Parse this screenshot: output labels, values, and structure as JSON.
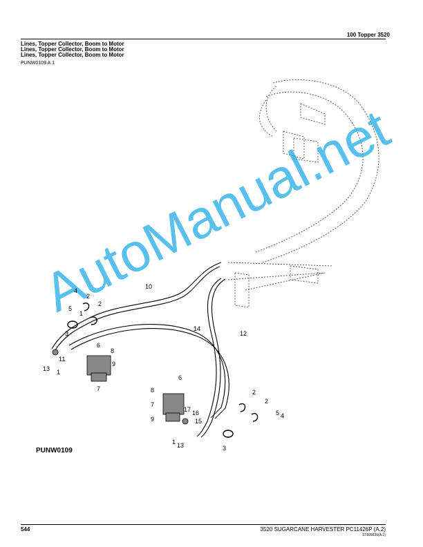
{
  "header": {
    "section": "100 Topper  3520",
    "titles": [
      "Lines, Topper Collector, Boom to Motor",
      "Lines, Topper Collector, Boom to Motor",
      "Lines, Topper Collector, Boom to Motor"
    ],
    "ref_code": "PUNW0109 A.1"
  },
  "diagram": {
    "id_label": "PUNW0109",
    "watermark": "AutoManual.net",
    "callouts": [
      "10",
      "14",
      "12",
      "4",
      "2",
      "5",
      "2",
      "1",
      "3",
      "6",
      "8",
      "11",
      "13",
      "9",
      "7",
      "1",
      "8",
      "6",
      "7",
      "9",
      "17",
      "16",
      "15",
      "1",
      "13",
      "3",
      "2",
      "2",
      "5",
      "4"
    ]
  },
  "footer": {
    "page_number": "544",
    "doc_title": "3520 SUGARCANE HARVESTER   PC11426P   (A.2)",
    "doc_code": "ST609235(A.1)"
  }
}
